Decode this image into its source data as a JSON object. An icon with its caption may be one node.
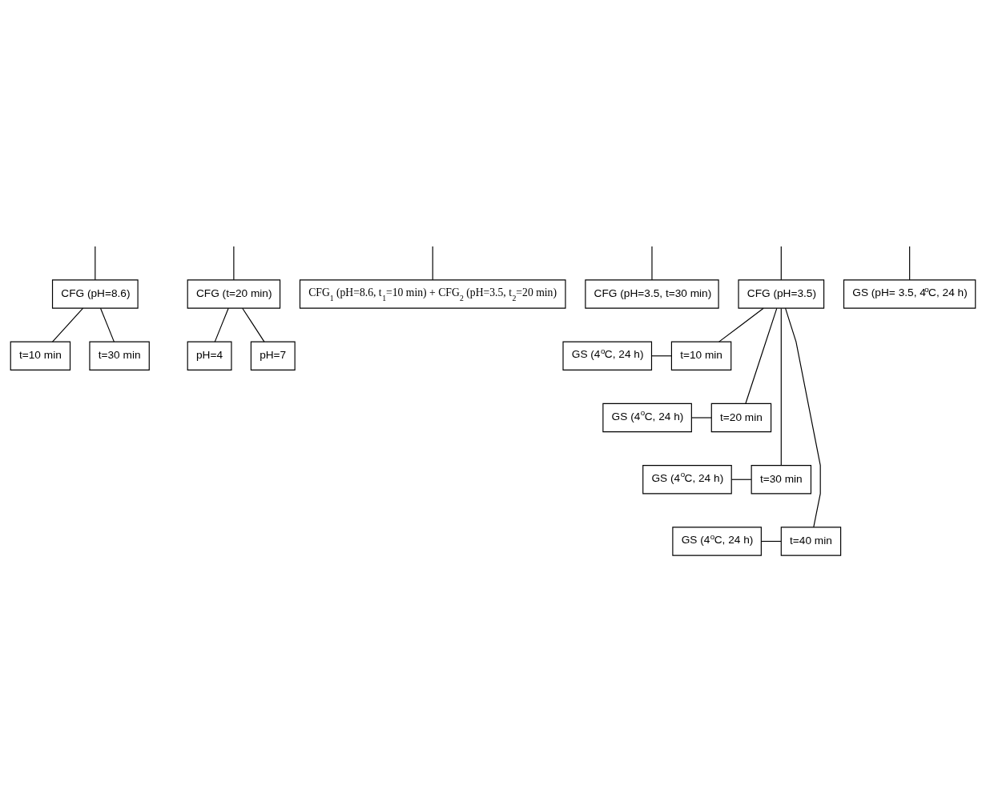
{
  "diagram": {
    "nodes": [
      {
        "text": [
          "CFG (pH=8.6)"
        ]
      },
      {
        "text": [
          "CFG (t=20 min)"
        ]
      },
      {
        "text": [
          "CFG$_{1}$ (pH=8.6, t$_{1}$=10 min) + CFG$_{2}$ (pH=3.5, t$_{2}$=20 min)"
        ]
      },
      {
        "text": [
          "CFG (pH=3.5, t=30 min)"
        ]
      },
      {
        "text": [
          "CFG (pH=3.5)"
        ]
      },
      {
        "text": [
          "t=10 min"
        ]
      },
      {
        "text": [
          "t=30 min"
        ]
      },
      {
        "text": [
          "pH=4"
        ]
      },
      {
        "text": [
          "pH=7"
        ]
      },
      {
        "text": [
          "GS (pH= 3.5, 4$^{o}$C, 24 h)"
        ]
      },
      {
        "text": [
          "GS (4$^{o}$C, 24 h)"
        ]
      },
      {
        "text": [
          "t=10 min"
        ]
      },
      {
        "text": [
          "GS (4$^{o}$C, 24 h)"
        ]
      },
      {
        "text": [
          "t=20 min"
        ]
      },
      {
        "text": [
          "GS (4$^{o}$C, 24 h)"
        ]
      },
      {
        "text": [
          "t=30 min"
        ]
      },
      {
        "text": [
          "GS (4$^{o}$C, 24 h)"
        ]
      },
      {
        "text": [
          "t=40 min"
        ]
      }
    ],
    "edges": [
      {
        "from": null,
        "to": 0,
        "arrow": "none"
      },
      {
        "from": null,
        "to": 1,
        "arrow": "none"
      },
      {
        "from": null,
        "to": 2,
        "arrow": "none"
      },
      {
        "from": null,
        "to": 3,
        "arrow": "none"
      },
      {
        "from": null,
        "to": 9,
        "arrow": "none"
      },
      {
        "from": null,
        "to": 4,
        "arrow": "none"
      },
      {
        "from": 0,
        "to": 5,
        "arrow": "none"
      },
      {
        "from": 0,
        "to": 6,
        "arrow": "none"
      },
      {
        "from": 1,
        "to": 7,
        "arrow": "none"
      },
      {
        "from": 1,
        "to": 8,
        "arrow": "none"
      },
      {
        "from": 4,
        "to": 11,
        "arrow": "none"
      },
      {
        "from": 4,
        "to": 13,
        "arrow": "none"
      },
      {
        "from": 4,
        "to": 15,
        "arrow": "none"
      },
      {
        "from": 4,
        "to": 17,
        "arrow": "none"
      },
      {
        "from": 11,
        "to": 10,
        "arrow": "none"
      },
      {
        "from": 13,
        "to": 12,
        "arrow": "none"
      },
      {
        "from": 15,
        "to": 14,
        "arrow": "none"
      },
      {
        "from": 17,
        "to": 16,
        "arrow": "none"
      }
    ]
  }
}
